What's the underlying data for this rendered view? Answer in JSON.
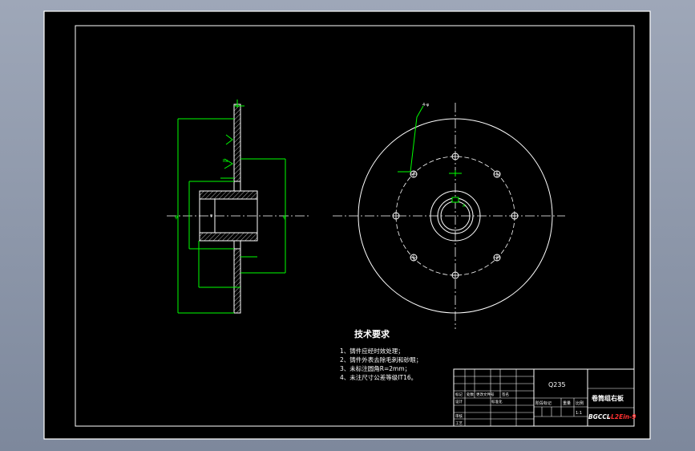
{
  "title_block": {
    "material": "Q235",
    "part_name": "卷筒组右板",
    "drawing_no_prefix": "BGCCL",
    "drawing_no_suffix": "-L2Ein-9",
    "scale_label": "比例",
    "scale_value": "1:1",
    "weight_label": "重量",
    "stage_label": "阶段标记",
    "row_design": "设计",
    "row_standard": "标准化",
    "row_check": "审核",
    "row_craft": "工艺",
    "row_mark": "标记",
    "row_count": "处数",
    "row_change": "更改文件号",
    "row_sign": "签名"
  },
  "tech_requirements": {
    "heading": "技术要求",
    "items": [
      "1、铸件应经时效处理；",
      "2、铸件外表去除毛刺和砂眼；",
      "3、未标注圆角R=2mm；",
      "4、未注尺寸公差等级IT16。"
    ]
  },
  "annotations": {
    "surface_label": "Ra",
    "hole_label": "4-φ",
    "key_label": "A"
  },
  "colors": {
    "background": "#000000",
    "frame": "#ffffff",
    "dimension": "#00ff00",
    "hatch": "#ffffff",
    "highlight": "#ff3030"
  }
}
